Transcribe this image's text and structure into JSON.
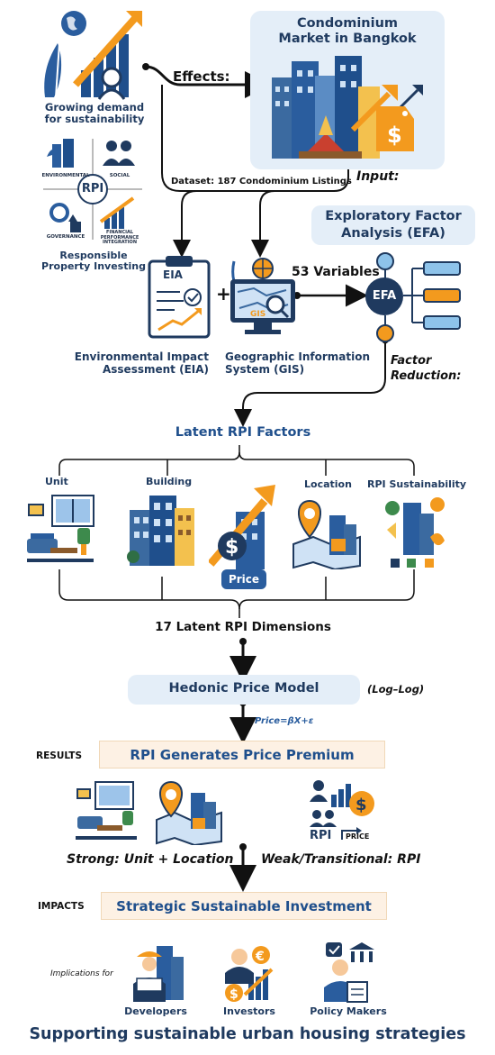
{
  "top": {
    "growing_demand": "Growing  demand\nfor sustainability",
    "effects": "Effects:",
    "market_title": "Condominium\nMarket in Bangkok",
    "rpi_quadrants": [
      "ENVIRONMENTAL",
      "SOCIAL",
      "GOVERNANCE",
      "FINANCIAL\nPERFORMANCE\nINTEGRATION"
    ],
    "rpi_center": "RPI",
    "rpi_caption": "Responsible\nProperty Investing",
    "dataset": "Dataset: 187 Condominium Listings",
    "input": "Input:"
  },
  "middle": {
    "efa_title": "Exploratory Factor\nAnalysis  (EFA)",
    "eia_doc_label": "EIA",
    "gis_label": "GIS",
    "variables": "53 Variables",
    "efa_node": "EFA",
    "eia_caption": "Environmental Impact\nAssessment (EIA)",
    "gis_caption": "Geographic  Information\nSystem  (GIS)",
    "factor_reduction": "Factor\nReduction:"
  },
  "factors": {
    "heading": "Latent RPI Factors",
    "labels": [
      "Unit",
      "Building",
      "Location",
      "RPI Sustainability"
    ],
    "price_tag": "Price",
    "dimensions": "17 Latent RPI Dimensions"
  },
  "model": {
    "hedonic": "Hedonic Price Model",
    "loglog": "(Log–Log)",
    "formula": "Price=βX+ε",
    "results_label": "RESULTS",
    "premium": "RPI Generates Price Premium",
    "rpi_icon_text": "RPI",
    "price_icon_text": "PRICE",
    "strong": "Strong: Unit + Location",
    "weak": "Weak/Transitional: RPI"
  },
  "impacts": {
    "label": "IMPACTS",
    "strategic": "Strategic Sustainable Investment",
    "implications": "Implications for",
    "stakeholders": [
      "Developers",
      "Investors",
      "Policy Makers"
    ],
    "footer": "Supporting sustainable urban housing strategies"
  },
  "colors": {
    "navy": "#1f3a5f",
    "blue": "#3b6aa0",
    "orange": "#f39a1e",
    "light_blue_panel": "#e4eef8",
    "peach_panel": "#fdf1e4"
  }
}
